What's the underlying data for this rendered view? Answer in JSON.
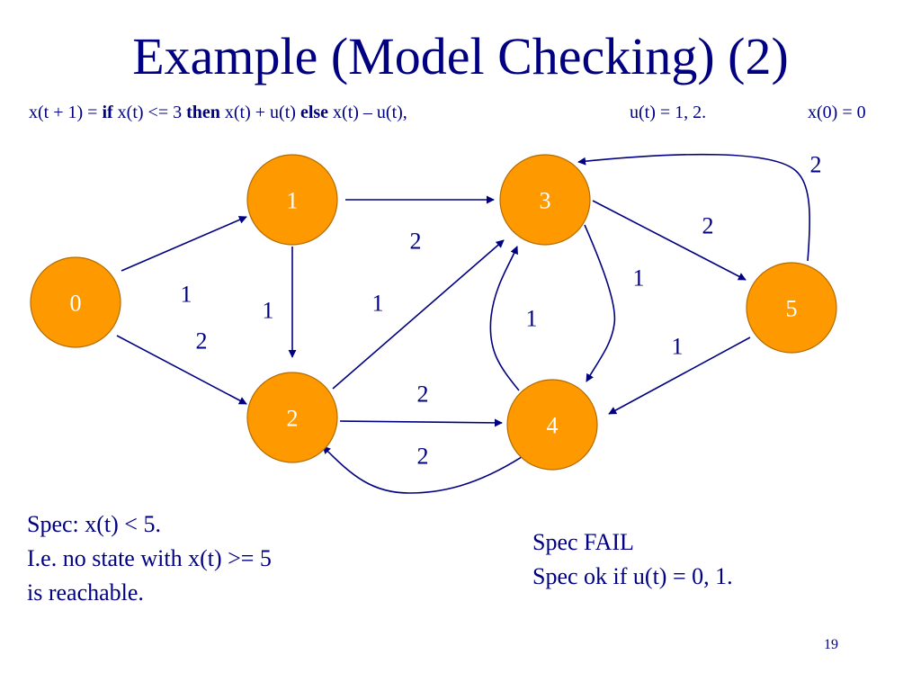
{
  "slide": {
    "title": "Example (Model Checking) (2)",
    "number": "19"
  },
  "formula": {
    "lhs": "x(t + 1) =",
    "kw_if": "if",
    "cond": "x(t) <= 3",
    "kw_then": "then",
    "then_expr": "x(t) + u(t)",
    "kw_else": "else",
    "else_expr": "x(t) – u(t),",
    "input": "u(t) = 1, 2.",
    "init": "x(0) = 0"
  },
  "diagram": {
    "node_color": "#FF9900",
    "node_stroke": "#B36B00",
    "edge_color": "#000080",
    "nodes": [
      {
        "id": "0",
        "label": "0"
      },
      {
        "id": "1",
        "label": "1"
      },
      {
        "id": "2",
        "label": "2"
      },
      {
        "id": "3",
        "label": "3"
      },
      {
        "id": "4",
        "label": "4"
      },
      {
        "id": "5",
        "label": "5"
      }
    ],
    "edges": [
      {
        "from": "0",
        "to": "1",
        "label": "1"
      },
      {
        "from": "0",
        "to": "2",
        "label": "2"
      },
      {
        "from": "1",
        "to": "3",
        "label": "2"
      },
      {
        "from": "1",
        "to": "2",
        "label": "1"
      },
      {
        "from": "2",
        "to": "3",
        "label": "1"
      },
      {
        "from": "2",
        "to": "4",
        "label": "2"
      },
      {
        "from": "4",
        "to": "2",
        "label": "2"
      },
      {
        "from": "3",
        "to": "5",
        "label": "2"
      },
      {
        "from": "3",
        "to": "4",
        "label": "1"
      },
      {
        "from": "4",
        "to": "3",
        "label": "1"
      },
      {
        "from": "5",
        "to": "3",
        "label": "2"
      },
      {
        "from": "5",
        "to": "4",
        "label": "1"
      }
    ]
  },
  "spec": {
    "line1": "Spec: x(t) < 5.",
    "line2": "I.e. no state with x(t) >= 5",
    "line3": "is reachable."
  },
  "result": {
    "line1": "Spec FAIL",
    "line2": "Spec ok if u(t) = 0, 1."
  }
}
